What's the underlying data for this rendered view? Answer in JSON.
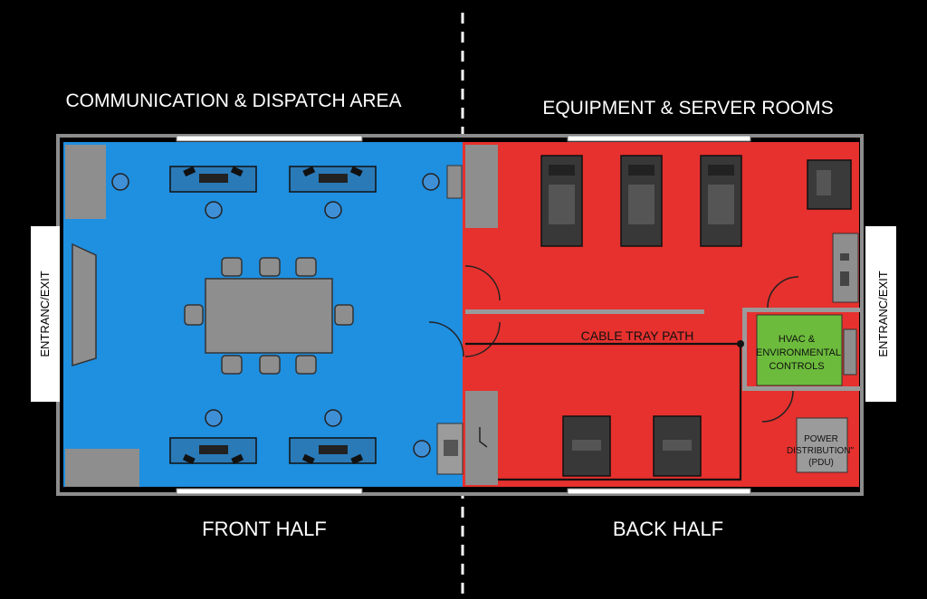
{
  "headings": {
    "front_area": "COMMUNICATION & DISPATCH AREA",
    "back_area": "EQUIPMENT & SERVER ROOMS",
    "front_half": "FRONT HALF",
    "back_half": "BACK HALF"
  },
  "entrances": {
    "left": "ENTRANC/EXIT",
    "right": "ENTRANC/EXIT"
  },
  "rooms": {
    "cable_tray": "CABLE TRAY PATH",
    "hvac_line1": "HVAC &",
    "hvac_line2": "ENVIRONMENTAL",
    "hvac_line3": "CONTROLS",
    "pdu_line1": "POWER",
    "pdu_line2": "DISTRIBUTION\"",
    "pdu_line3": "(PDU)"
  },
  "colors": {
    "background": "#000000",
    "front_zone": "#1f8fe0",
    "back_zone": "#e6312e",
    "hvac_room": "#6cbb3c",
    "wall": "#9a9a9a",
    "furniture": "#8e8e8e",
    "equipment": "#3a3a3a"
  }
}
